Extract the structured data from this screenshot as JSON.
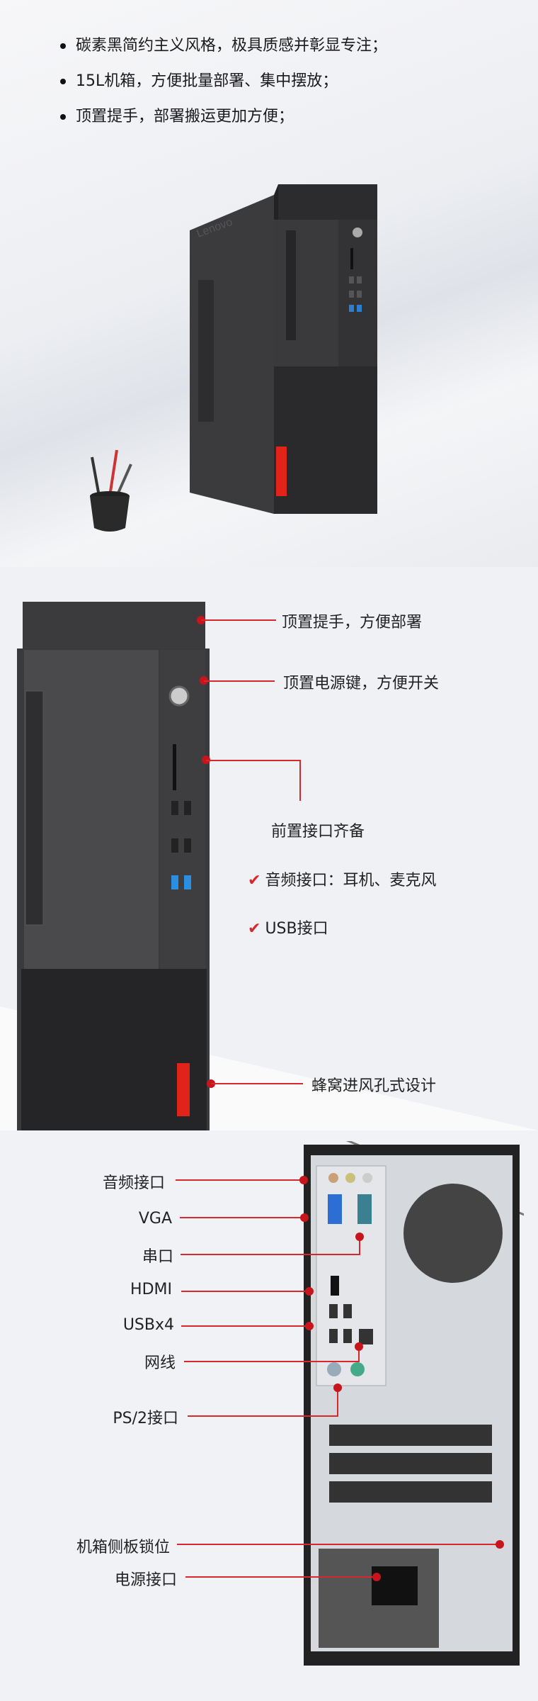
{
  "intro": {
    "bullets": [
      "碳素黑简约主义风格，极具质感并彰显专注；",
      "15L机箱，方便批量部署、集中摆放；",
      "顶置提手，部署搬运更加方便；"
    ],
    "brand_logo": "Lenovo"
  },
  "front": {
    "callouts": [
      "顶置提手，方便部署",
      "顶置电源键，方便开关",
      "前置接口齐备",
      "蜂窝进风孔式设计"
    ],
    "checklist": [
      "音频接口：耳机、麦克风",
      "USB接口"
    ]
  },
  "rear": {
    "callouts": [
      "音频接口",
      "VGA",
      "串口",
      "HDMI",
      "USBx4",
      "网线",
      "PS/2接口",
      "机箱侧板锁位",
      "电源接口"
    ]
  },
  "colors": {
    "accent": "#d9272e",
    "case": "#3a3a3c",
    "brand_red": "#e2231a"
  }
}
